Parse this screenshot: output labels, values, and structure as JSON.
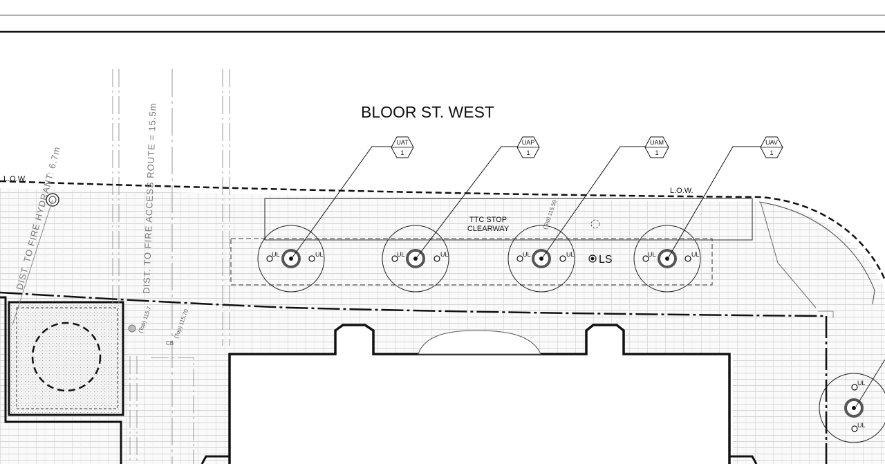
{
  "street_name": "BLOOR ST. WEST",
  "low_label": "L.O.W.",
  "ttc_stop": {
    "line1": "TTC STOP",
    "line2": "CLEARWAY"
  },
  "ls_label": "LS",
  "ul_label": "UL",
  "tree_tags": [
    {
      "code": "UAT",
      "qty": "1"
    },
    {
      "code": "UAP",
      "qty": "1"
    },
    {
      "code": "UAM",
      "qty": "1"
    },
    {
      "code": "UAV",
      "qty": "1"
    }
  ],
  "notes": {
    "hydrant": "DIST. TO FIRE HYDRANT: 6.7m",
    "access": "DIST. TO FIRE ACCESS ROUTE = 15.5m",
    "top_1": "(Top) 115.7",
    "top_2": "(Top) 115.70",
    "top_3": "(Top) 115.59",
    "cb": "CB"
  }
}
